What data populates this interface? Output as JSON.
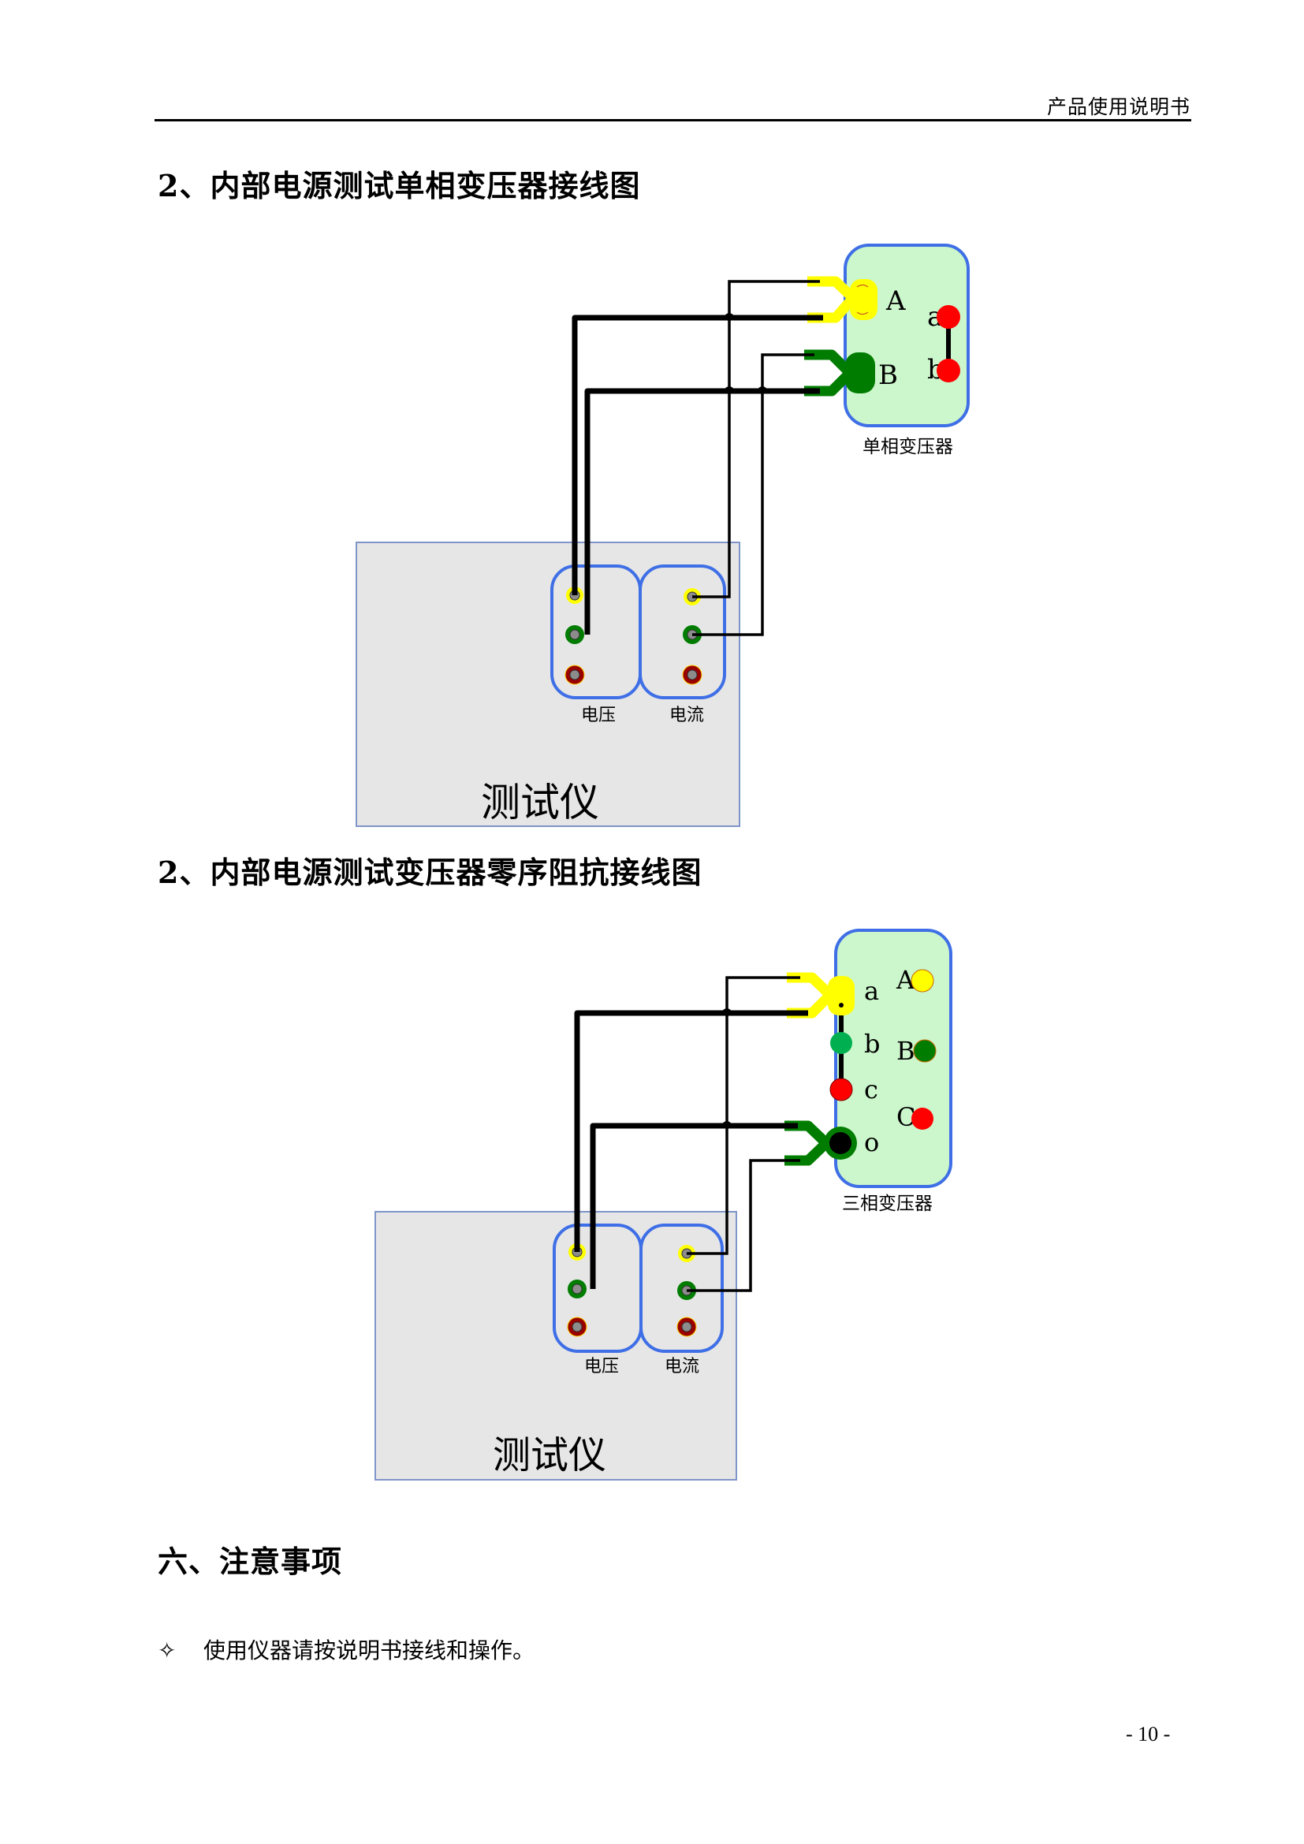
{
  "header": {
    "title": "产品使用说明书"
  },
  "sections": [
    {
      "title": "2、内部电源测试单相变压器接线图",
      "diagram": {
        "transformer_label": "单相变压器",
        "transformer_terminals": {
          "primary": [
            "A",
            "B"
          ],
          "secondary": [
            "a",
            "b"
          ]
        },
        "tester_label": "测试仪",
        "panel_labels": [
          "电压",
          "电流"
        ]
      }
    },
    {
      "title": "2、内部电源测试变压器零序阻抗接线图",
      "diagram": {
        "transformer_label": "三相变压器",
        "transformer_terminals": {
          "low_side": [
            "a",
            "b",
            "c",
            "o"
          ],
          "high_side": [
            "A",
            "B",
            "C"
          ]
        },
        "tester_label": "测试仪",
        "panel_labels": [
          "电压",
          "电流"
        ]
      }
    }
  ],
  "notes": {
    "title": "六、注意事项",
    "items": [
      {
        "icon": "diamond-star-icon",
        "glyph": "✧",
        "text": "使用仪器请按说明书接线和操作。"
      }
    ]
  },
  "page_number": "- 10 -",
  "colors": {
    "wire": "#000000",
    "panel_border": "#3f6fe6",
    "transformer_fill": "#ccf7cc",
    "tester_fill": "#e6e6e6",
    "tester_border": "#7f95c9",
    "yellow": "#ffff00",
    "green": "#007d00",
    "light_green": "#00b050",
    "red": "#ff0000",
    "dark_red": "#990000",
    "gray_pin": "#8c8c8c"
  }
}
